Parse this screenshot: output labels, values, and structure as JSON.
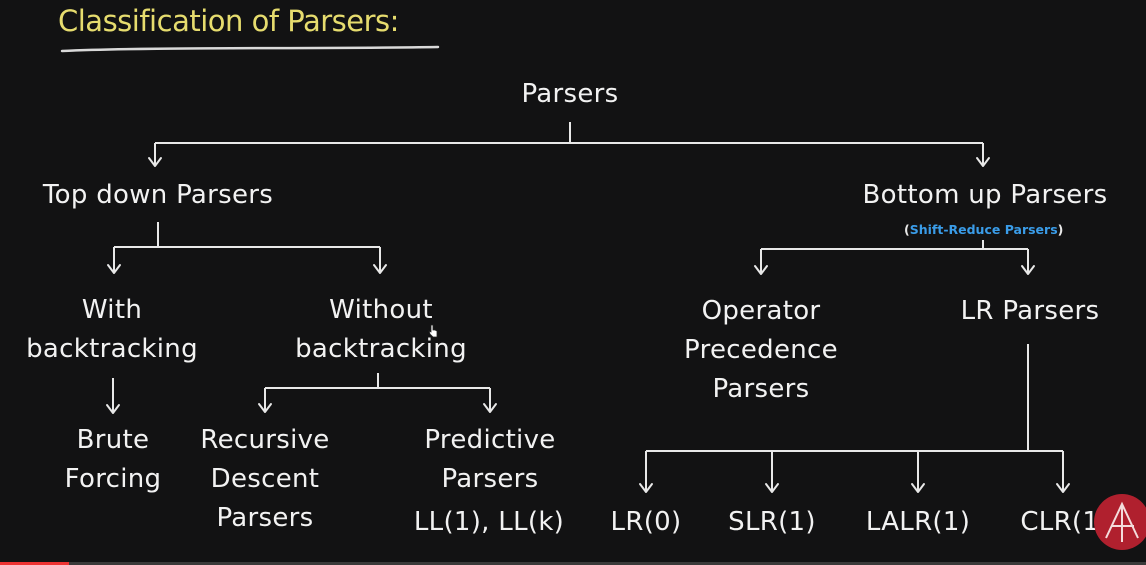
{
  "heading": "Classification of Parsers:",
  "root": "Parsers",
  "top_down": {
    "label": "Top down Parsers",
    "with_backtracking": [
      "With",
      "backtracking"
    ],
    "without_backtracking": [
      "Without",
      "backtracking"
    ],
    "brute_forcing": [
      "Brute",
      "Forcing"
    ],
    "recursive_descent": [
      "Recursive",
      "Descent",
      "Parsers"
    ],
    "predictive": [
      "Predictive",
      "Parsers"
    ],
    "ll": "LL(1), LL(k)"
  },
  "bottom_up": {
    "label": "Bottom up Parsers",
    "note_open": "(",
    "note_text": "Shift-Reduce Parsers",
    "note_close": ")",
    "operator_precedence": [
      "Operator",
      "Precedence",
      "Parsers"
    ],
    "lr_parsers": "LR Parsers",
    "lr0": "LR(0)",
    "slr1": "SLR(1)",
    "lalr1": "LALR(1)",
    "clr1": "CLR(1)"
  },
  "colors": {
    "heading": "#e6dc6e",
    "note_highlight": "#3a9ce8",
    "avatar": "#b0202e"
  },
  "video_progress": 0.06
}
